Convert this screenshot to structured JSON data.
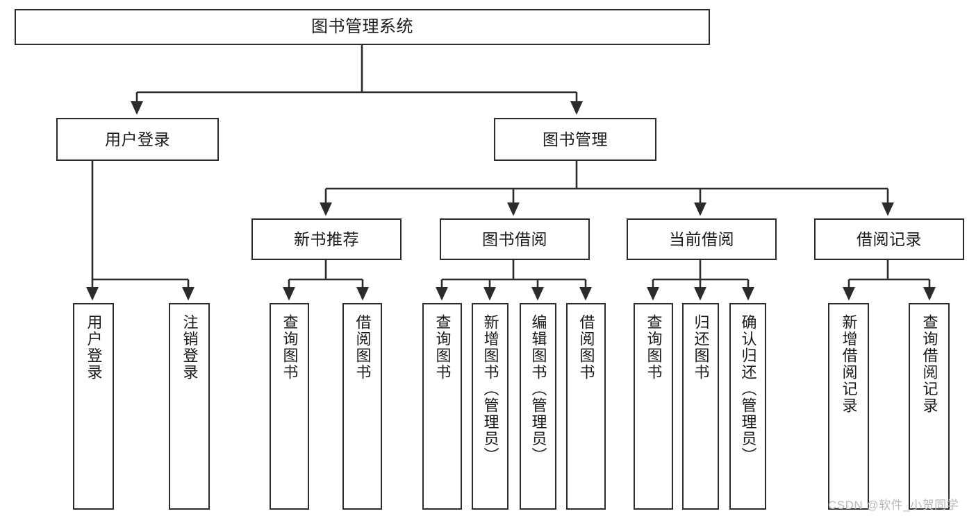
{
  "diagram": {
    "title": "图书管理系统",
    "type": "tree-hierarchy",
    "nodes": {
      "root": {
        "label": "图书管理系统"
      },
      "l2": [
        {
          "id": "user-login",
          "label": "用户登录"
        },
        {
          "id": "book-manage",
          "label": "图书管理"
        }
      ],
      "l3": [
        {
          "id": "new-book-recommend",
          "label": "新书推荐"
        },
        {
          "id": "book-borrow",
          "label": "图书借阅"
        },
        {
          "id": "current-borrow",
          "label": "当前借阅"
        },
        {
          "id": "borrow-record",
          "label": "借阅记录"
        }
      ],
      "leaves": [
        {
          "id": "leaf-user-login",
          "label": "用户登录",
          "parent": "user-login"
        },
        {
          "id": "leaf-user-logout",
          "label": "注销登录",
          "parent": "user-login"
        },
        {
          "id": "leaf-query-book-1",
          "label": "查询图书",
          "parent": "new-book-recommend"
        },
        {
          "id": "leaf-borrow-book-1",
          "label": "借阅图书",
          "parent": "new-book-recommend"
        },
        {
          "id": "leaf-query-book-2",
          "label": "查询图书",
          "parent": "book-borrow"
        },
        {
          "id": "leaf-add-book",
          "label": "新增图书（管理员）",
          "parent": "book-borrow"
        },
        {
          "id": "leaf-edit-book",
          "label": "编辑图书（管理员）",
          "parent": "book-borrow"
        },
        {
          "id": "leaf-borrow-book-2",
          "label": "借阅图书",
          "parent": "book-borrow"
        },
        {
          "id": "leaf-query-book-3",
          "label": "查询图书",
          "parent": "current-borrow"
        },
        {
          "id": "leaf-return-book",
          "label": "归还图书",
          "parent": "current-borrow"
        },
        {
          "id": "leaf-confirm-return",
          "label": "确认归还（管理员）",
          "parent": "current-borrow"
        },
        {
          "id": "leaf-add-record",
          "label": "新增借阅记录",
          "parent": "borrow-record"
        },
        {
          "id": "leaf-query-record",
          "label": "查询借阅记录",
          "parent": "borrow-record"
        }
      ]
    },
    "watermark": "CSDN @软件_小贺同学",
    "colors": {
      "stroke": "#2b2b2b",
      "fill": "#ffffff",
      "text": "#1a1a1a",
      "watermark": "#b9b9b9"
    }
  }
}
